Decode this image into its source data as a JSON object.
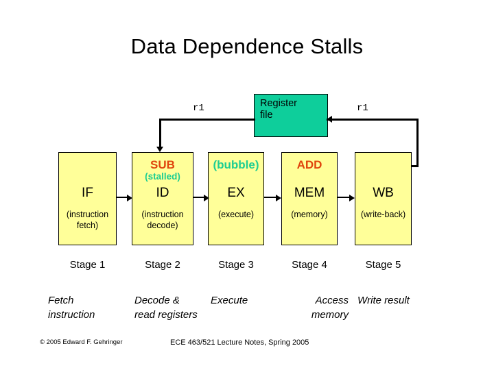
{
  "slide": {
    "title": "Data Dependence Stalls"
  },
  "register_file": {
    "label_line1": "Register",
    "label_line2": "file",
    "color": "#0ece9b"
  },
  "wires": {
    "left_label": "r1",
    "right_label": "r1",
    "arrow_to_id": "arrow-down-icon",
    "arrow_to_register_file": "arrow-left-icon"
  },
  "pipeline": {
    "box_fill": "#ffff99",
    "highlight_red": "#e0450d",
    "highlight_green": "#1ece92",
    "stages": [
      {
        "top_label": "",
        "sub_label": "",
        "name": "IF",
        "description": "(instruction fetch)",
        "stage_number": "Stage 1",
        "action": "Fetch instruction"
      },
      {
        "top_label": "SUB",
        "sub_label": "(stalled)",
        "name": "ID",
        "description": "(instruction decode)",
        "stage_number": "Stage 2",
        "action": "Decode & read registers"
      },
      {
        "top_label": "(bubble)",
        "sub_label": "",
        "name": "EX",
        "description": "(execute)",
        "stage_number": "Stage 3",
        "action": "Execute"
      },
      {
        "top_label": "ADD",
        "sub_label": "",
        "name": "MEM",
        "description": "(memory)",
        "stage_number": "Stage 4",
        "action": "Access memory"
      },
      {
        "top_label": "",
        "sub_label": "",
        "name": "WB",
        "description": "(write-back)",
        "stage_number": "Stage 5",
        "action": "Write result"
      }
    ]
  },
  "footer": {
    "copyright": "© 2005 Edward F. Gehringer",
    "course": "ECE 463/521 Lecture Notes, Spring 2005"
  }
}
